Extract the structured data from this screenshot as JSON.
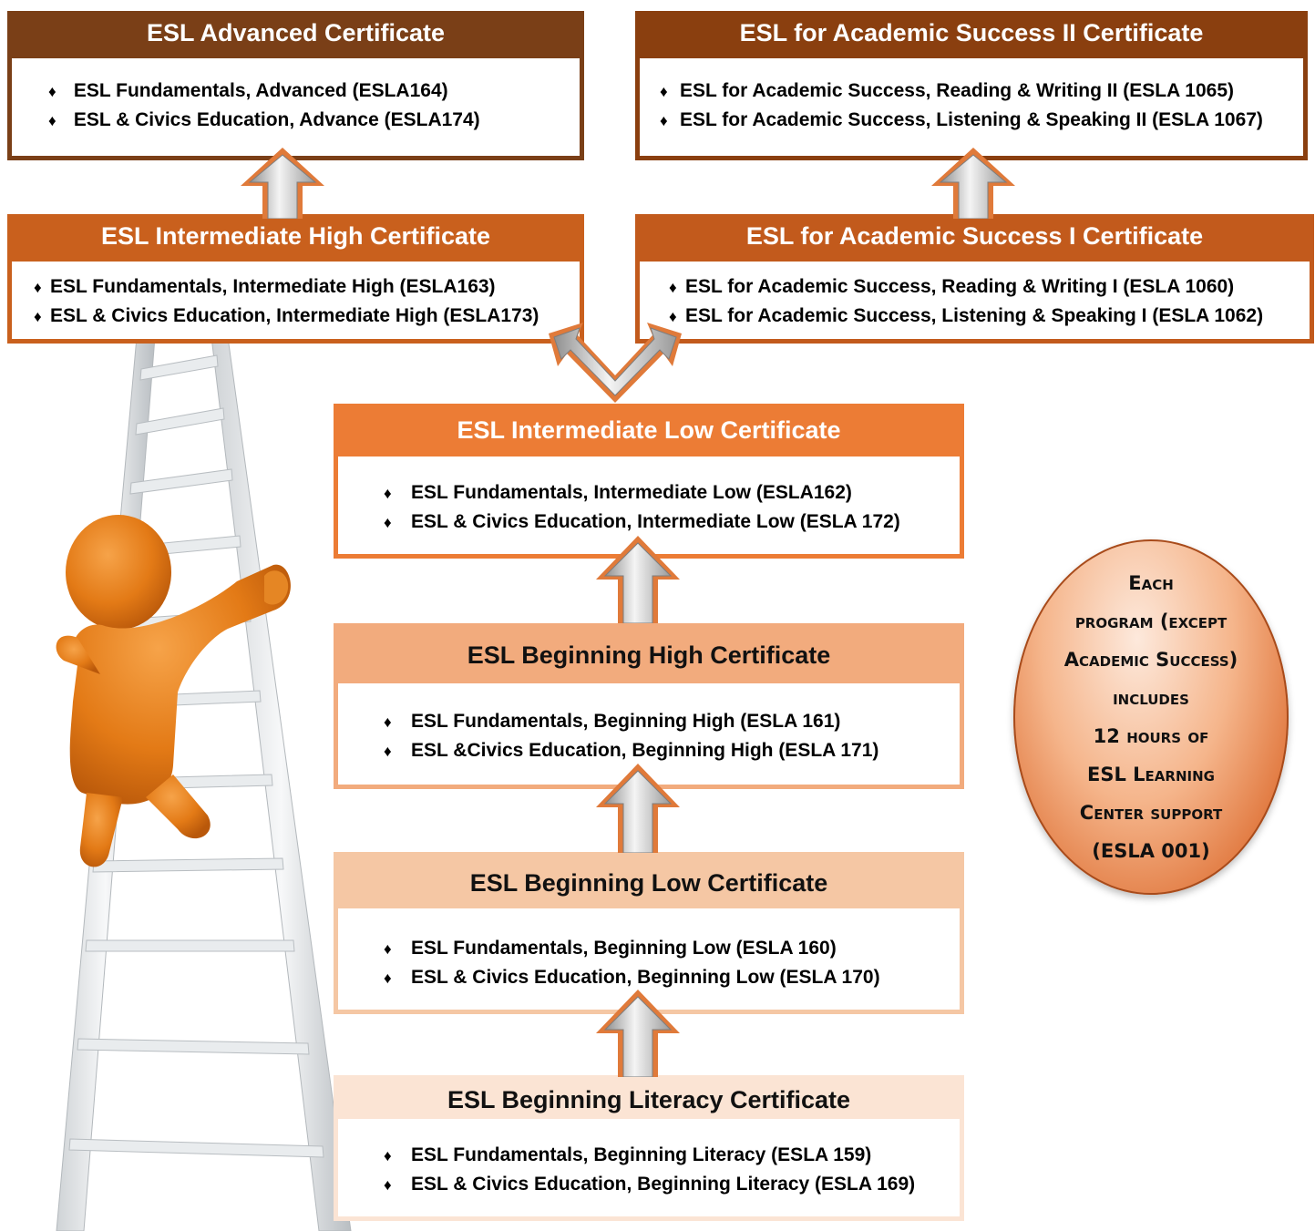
{
  "colors": {
    "advanced": "#7a3f17",
    "academic": "#8a3f0f",
    "intermediate_high": "#c9601d",
    "academic_1": "#c25a1c",
    "intermediate_low": "#ec7c35",
    "beginning_high": "#f2ab7d",
    "beginning_low": "#f5c7a4",
    "literacy": "#fbe4d4",
    "arrow_outline": "#e06d2a"
  },
  "certificates": {
    "advanced": {
      "title": "ESL Advanced Certificate",
      "courses": [
        "ESL Fundamentals, Advanced  (ESLA164)",
        "ESL & Civics Education, Advance  (ESLA174)"
      ]
    },
    "academic_2": {
      "title": "ESL for Academic Success II Certificate",
      "courses": [
        "ESL for Academic Success, Reading & Writing II (ESLA 1065)",
        "ESL for Academic Success, Listening & Speaking II (ESLA 1067)"
      ]
    },
    "intermediate_high": {
      "title": "ESL Intermediate High Certificate",
      "courses": [
        "ESL Fundamentals, Intermediate High  (ESLA163)",
        "ESL & Civics Education, Intermediate High (ESLA173)"
      ]
    },
    "academic_1": {
      "title": "ESL for Academic Success I Certificate",
      "courses": [
        "ESL for Academic Success, Reading & Writing I  (ESLA 1060)",
        "ESL for Academic Success, Listening & Speaking I  (ESLA 1062)"
      ]
    },
    "intermediate_low": {
      "title": "ESL Intermediate Low Certificate",
      "courses": [
        "ESL Fundamentals, Intermediate Low  (ESLA162)",
        "ESL & Civics Education, Intermediate Low  (ESLA 172)"
      ]
    },
    "beginning_high": {
      "title": "ESL Beginning High Certificate",
      "courses": [
        "ESL Fundamentals, Beginning High  (ESLA 161)",
        "ESL &Civics Education, Beginning High  (ESLA 171)"
      ]
    },
    "beginning_low": {
      "title": "ESL Beginning Low Certificate",
      "courses": [
        "ESL Fundamentals, Beginning Low  (ESLA 160)",
        "ESL & Civics Education, Beginning Low  (ESLA 170)"
      ]
    },
    "literacy": {
      "title": "ESL Beginning Literacy Certificate",
      "courses": [
        "ESL Fundamentals, Beginning Literacy  (ESLA 159)",
        "ESL & Civics Education, Beginning Literacy  (ESLA 169)"
      ]
    }
  },
  "bullet": "♦",
  "note": {
    "lines": [
      "Each",
      "program (except",
      "Academic Success)",
      "includes",
      "12 hours of",
      "ESL Learning",
      "Center support",
      "(ESLA 001)"
    ]
  },
  "icons": {
    "up_arrow": "up-arrow-icon",
    "fork_arrow": "fork-arrow-icon",
    "figure": "ladder-climber-figure"
  }
}
